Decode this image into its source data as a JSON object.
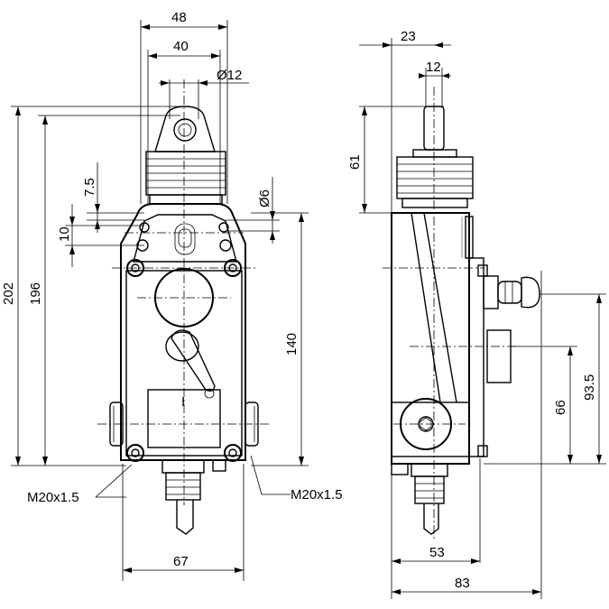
{
  "front_view": {
    "dims": {
      "w48": "48",
      "w40": "40",
      "d12": "Ø12",
      "h7_5": "7.5",
      "d6": "Ø6",
      "h10": "10",
      "h202": "202",
      "h196": "196",
      "h140": "140",
      "w67": "67"
    },
    "thread_left": "M20x1.5",
    "thread_right": "M20x1.5",
    "lid_mark": "I"
  },
  "side_view": {
    "dims": {
      "w23": "23",
      "w12": "12",
      "h61": "61",
      "h66": "66",
      "h93_5": "93.5",
      "w53": "53",
      "w83": "83"
    }
  }
}
